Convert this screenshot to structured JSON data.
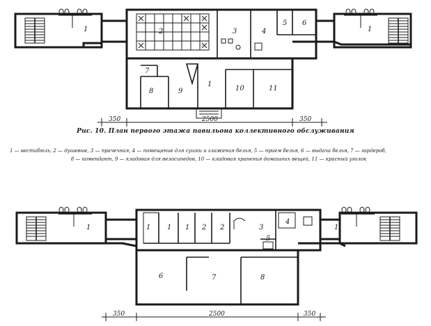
{
  "caption": {
    "title": "Рис. 10. План первого этажа павильона коллективного обслуживания",
    "legend_line1": "1 — вестибюль, 2 — душевые, 3 — прачечная, 4 — помещение для сушки и глажения белья, 5 — прием белья, 6 — выдача белья, 7 — гардероб,",
    "legend_line2": "8 — комендант, 9 — кладовая для велосипедов, 10 — кладовая хранения домашних вещей, 11 — красный уголок"
  },
  "plan_top": {
    "rooms": [
      {
        "id": "1",
        "label": "1"
      },
      {
        "id": "2",
        "label": "2"
      },
      {
        "id": "3",
        "label": "3"
      },
      {
        "id": "4",
        "label": "4"
      },
      {
        "id": "5",
        "label": "5"
      },
      {
        "id": "6",
        "label": "6"
      },
      {
        "id": "7",
        "label": "7"
      },
      {
        "id": "8",
        "label": "8"
      },
      {
        "id": "9",
        "label": "9"
      },
      {
        "id": "1b",
        "label": "1"
      },
      {
        "id": "10",
        "label": "10"
      },
      {
        "id": "11",
        "label": "11"
      },
      {
        "id": "1r",
        "label": "1"
      }
    ],
    "dimensions": {
      "left": "350",
      "center": "2500",
      "right": "350"
    }
  },
  "plan_bottom": {
    "rooms": [
      {
        "id": "1l",
        "label": "1"
      },
      {
        "id": "1a",
        "label": "1"
      },
      {
        "id": "1b",
        "label": "1"
      },
      {
        "id": "1c",
        "label": "1"
      },
      {
        "id": "2a",
        "label": "2"
      },
      {
        "id": "2b",
        "label": "2"
      },
      {
        "id": "3",
        "label": "3"
      },
      {
        "id": "4",
        "label": "4"
      },
      {
        "id": "5",
        "label": "5"
      },
      {
        "id": "1r",
        "label": "1"
      },
      {
        "id": "6",
        "label": "6"
      },
      {
        "id": "7",
        "label": "7"
      },
      {
        "id": "8",
        "label": "8"
      }
    ],
    "dimensions": {
      "left": "350",
      "center": "2500",
      "right": "350"
    }
  }
}
